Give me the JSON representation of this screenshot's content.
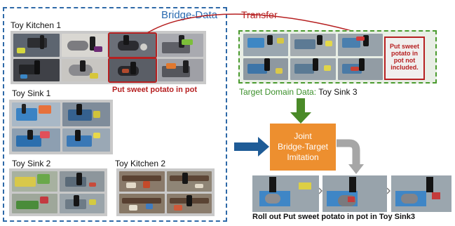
{
  "bridge": {
    "title": "Bridge-Data",
    "toy_kitchen_1": "Toy Kitchen 1",
    "toy_sink_1": "Toy Sink 1",
    "toy_sink_2": "Toy Sink 2",
    "toy_kitchen_2": "Toy Kitchen 2",
    "highlight_label": "Put sweet potato in pot"
  },
  "transfer": {
    "label": "Transfer"
  },
  "target": {
    "caption_colored": "Target Domain Data:",
    "caption_plain": "Toy Sink 3",
    "not_included": [
      "Put sweet",
      "potato in",
      "pot not",
      "included."
    ]
  },
  "joint": {
    "lines": [
      "Joint",
      "Bridge-Target",
      "Imitation"
    ]
  },
  "rollout": {
    "caption": "Roll out Put sweet potato in pot in Toy Sink3"
  },
  "colors": {
    "bridge_blue": "#2f6aa8",
    "transfer_red": "#b62021",
    "target_green": "#4b9b2f",
    "joint_orange": "#ed8f2f",
    "arrow_blue": "#1f5c97",
    "arrow_gray": "#a6a6a6"
  }
}
